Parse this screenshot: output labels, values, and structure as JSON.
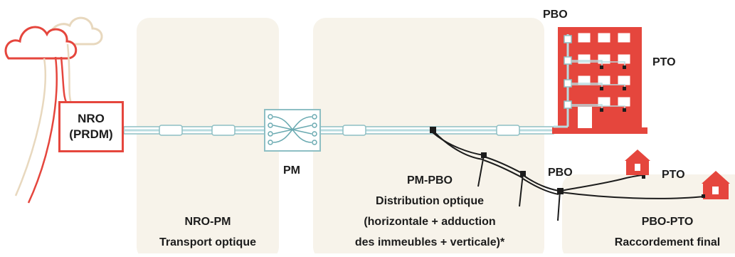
{
  "nodes": {
    "nro_line1": "NRO",
    "nro_line2": "(PRDM)",
    "pm": "PM",
    "pbo_building": "PBO",
    "pto_building": "PTO",
    "pbo_street": "PBO",
    "pto_house": "PTO"
  },
  "sections": {
    "nro_pm": {
      "title": "NRO-PM",
      "subtitle": "Transport optique"
    },
    "pm_pbo": {
      "title": "PM-PBO",
      "subtitle": "Distribution optique",
      "detail_line1": "(horizontale + adduction",
      "detail_line2": "des immeubles + verticale)*"
    },
    "pbo_pto": {
      "title": "PBO-PTO",
      "subtitle": "Raccordement final"
    }
  },
  "colors": {
    "accent_red": "#e5463d",
    "panel_beige": "#f7f3ea",
    "fiber_blue": "#b9dce0",
    "cloud_beige": "#e8d8be",
    "text_dark": "#1c1c1c"
  },
  "icons": [
    "cloud-icon",
    "building-icon",
    "house-icon",
    "splitter-icon",
    "utility-pole-icon"
  ]
}
